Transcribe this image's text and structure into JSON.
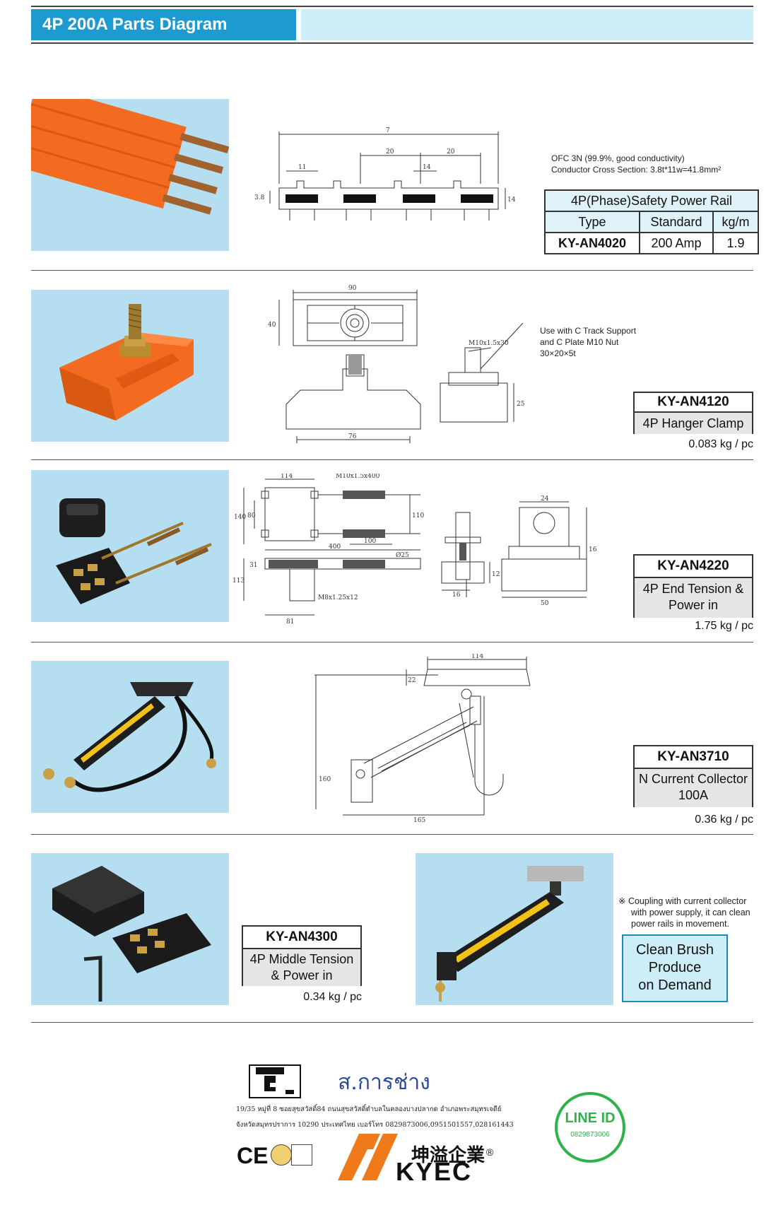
{
  "header": {
    "title": "4P 200A Parts Diagram"
  },
  "rail": {
    "note_line1": "OFC 3N (99.9%, good conductivity)",
    "note_line2": "Conductor Cross Section: 3.8t*11w=41.8mm²",
    "table_title": "4P(Phase)Safety Power Rail",
    "col_type": "Type",
    "col_standard": "Standard",
    "col_weight": "kg/m",
    "model": "KY-AN4020",
    "standard": "200 Amp",
    "weight": "1.9",
    "dims": {
      "total": "7",
      "d20a": "20",
      "d20b": "20",
      "d11": "11",
      "d14": "14",
      "d14h": "14",
      "d38": "3.8"
    }
  },
  "hanger": {
    "note_line1": "Use with C Track Support",
    "note_line2": "and C Plate M10 Nut",
    "note_line3": "30×20×5t",
    "model": "KY-AN4120",
    "name": "4P Hanger Clamp",
    "weight": "0.083 kg / pc",
    "dims": {
      "w90": "90",
      "h40": "40",
      "w76": "76",
      "h25": "25",
      "bolt": "M10x1.5x30"
    }
  },
  "end_tension": {
    "model": "KY-AN4220",
    "name_line1": "4P End Tension &",
    "name_line2": "Power in",
    "weight": "1.75 kg / pc",
    "dims": {
      "w114": "114",
      "bolt": "M10x1.5x400",
      "h140": "140",
      "h80": "80",
      "h110": "110",
      "l400": "400",
      "l100": "100",
      "d25": "Ø25",
      "h113": "113",
      "h31": "31",
      "screw": "M8x1.25x12",
      "w81": "81",
      "w24": "24",
      "h16": "16",
      "w50": "50",
      "w16": "16",
      "h12": "12"
    }
  },
  "collector": {
    "model": "KY-AN3710",
    "name_line1": "N Current Collector",
    "name_line2": "100A",
    "weight": "0.36 kg / pc",
    "dims": {
      "w114": "114",
      "h22": "22",
      "h160": "160",
      "w165": "165"
    }
  },
  "middle_tension": {
    "model": "KY-AN4300",
    "name_line1": "4P Middle Tension",
    "name_line2": "& Power in",
    "weight": "0.34 kg / pc"
  },
  "brush": {
    "note_line1": "※ Coupling with current collector",
    "note_line2": "with power supply, it can clean",
    "note_line3": "power rails in movement.",
    "label_line1": "Clean Brush",
    "label_line2": "Produce",
    "label_line3": "on Demand"
  },
  "footer": {
    "company_thai": "ส.การช่าง",
    "address_line1": "19/35 หมู่ที่ 8 ซอยสุขสวัสดิ์84 ถนนสุขสวัสดิ์ตำบลในคลองบางปลากด อำเภอพระสมุทรเจดีย์",
    "address_line2": "จังหวัดสมุทรปราการ 10290 ประเทศไทย     เบอร์โทร 0829873006,0951501557,028161443",
    "ce_mark": "CE",
    "line_label": "LINE ID",
    "line_id": "0829873006",
    "brand_cn": "坤溢企業",
    "brand_en": "KYEC",
    "reg": "®"
  },
  "colors": {
    "accent": "#1d9ad0",
    "panel": "#b5dff0",
    "rail_orange": "#f26b21",
    "line_green": "#2db34a",
    "brand_orange": "#f07a1a"
  }
}
